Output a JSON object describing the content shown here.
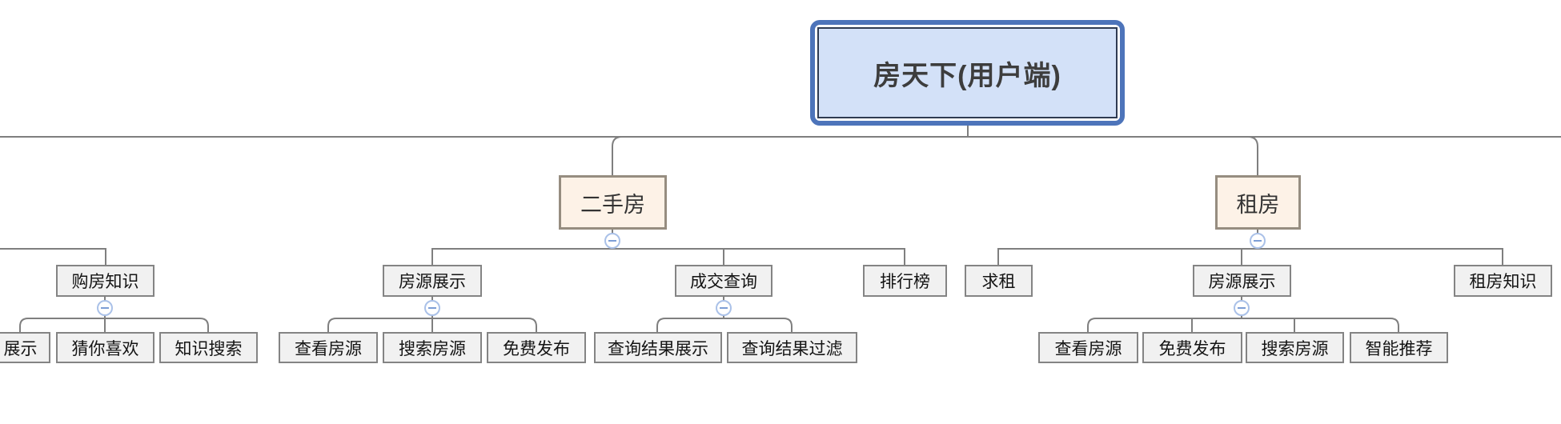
{
  "app": {
    "type": "mind-map-canvas",
    "background": "#ffffff"
  },
  "root": {
    "label": "房天下(用户端)"
  },
  "left_branch": {
    "note": "parent topic off-screen to the left",
    "topics": [
      {
        "label": "购房知识",
        "children": [
          "展示",
          "猜你喜欢",
          "知识搜索"
        ]
      }
    ]
  },
  "second_hand": {
    "label": "二手房",
    "topics": [
      {
        "label": "房源展示",
        "children": [
          "查看房源",
          "搜索房源",
          "免费发布"
        ]
      },
      {
        "label": "成交查询",
        "children": [
          "查询结果展示",
          "查询结果过滤"
        ]
      },
      {
        "label": "排行榜",
        "children": []
      }
    ]
  },
  "rental": {
    "label": "租房",
    "topics": [
      {
        "label": "求租",
        "children": []
      },
      {
        "label": "房源展示",
        "children": [
          "查看房源",
          "免费发布",
          "搜索房源",
          "智能推荐"
        ]
      },
      {
        "label": "租房知识",
        "children": []
      }
    ]
  },
  "colors": {
    "root_border": "#4d74ba",
    "root_inner_border": "#2f3b52",
    "root_fill": "#d3e1f8",
    "branch_fill": "#fdf2e7",
    "branch_border": "#968d80",
    "topic_fill": "#f1f1f1",
    "topic_border": "#848484",
    "connector_line": "#7f7f7f",
    "toggle_border": "#aac1e8",
    "toggle_minus": "#7d9ed6"
  }
}
